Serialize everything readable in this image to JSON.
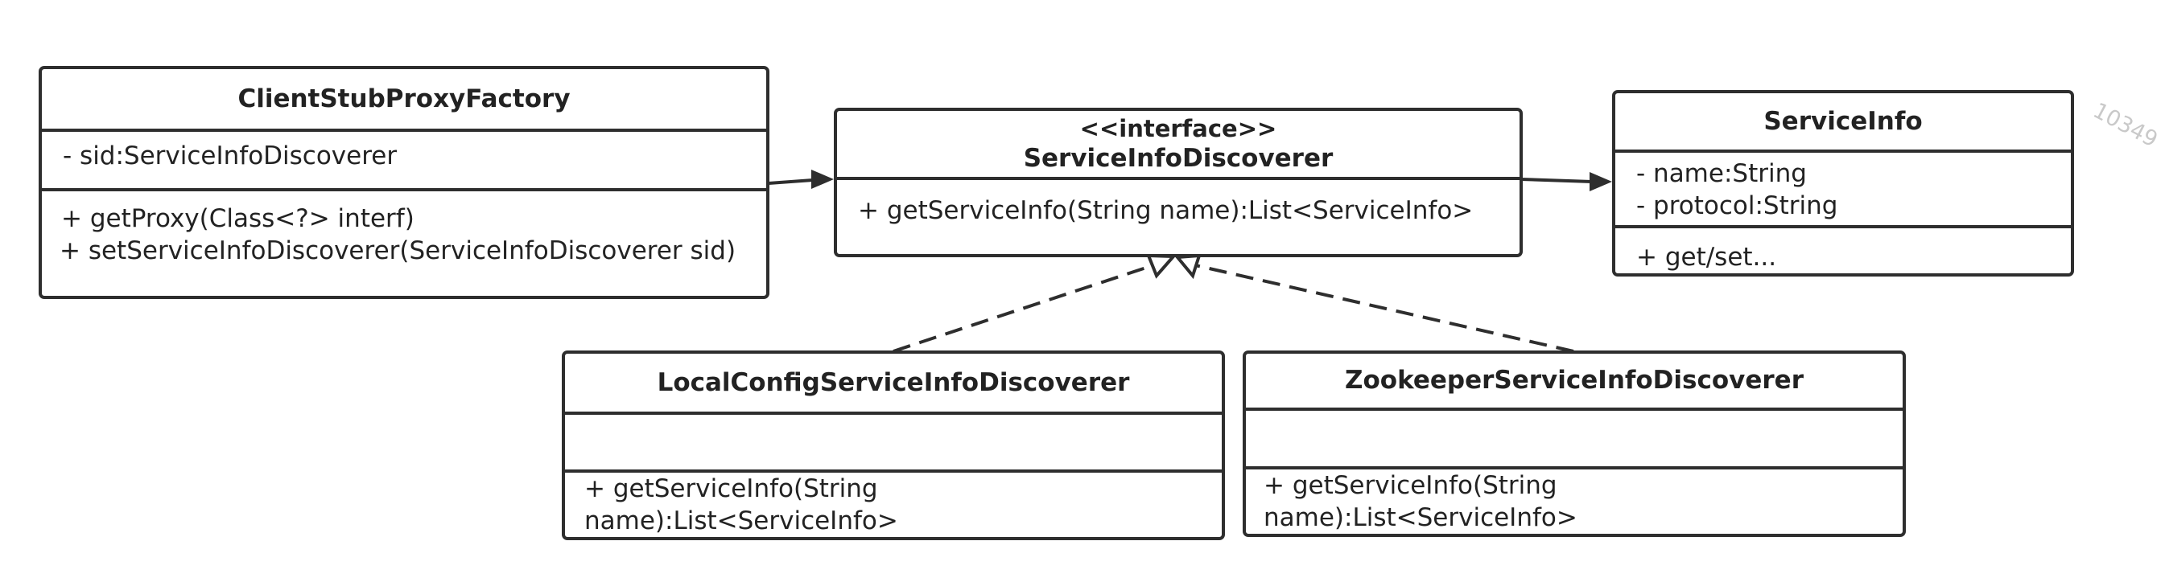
{
  "classes": {
    "client_stub_proxy_factory": {
      "name": "ClientStubProxyFactory",
      "attribute": "- sid:ServiceInfoDiscoverer",
      "method_1": "+ getProxy(Class<?> interf)",
      "method_2": "+ setServiceInfoDiscoverer(ServiceInfoDiscoverer sid)"
    },
    "service_info_discoverer": {
      "stereotype": "<<interface>>",
      "name": "ServiceInfoDiscoverer",
      "method_1": "+ getServiceInfo(String name):List<ServiceInfo>"
    },
    "service_info": {
      "name": "ServiceInfo",
      "attribute_1": "- name:String",
      "attribute_2": "- protocol:String",
      "method_1": "+ get/set..."
    },
    "local_config_service_info_discoverer": {
      "name": "LocalConfigServiceInfoDiscoverer",
      "method_1": "+ getServiceInfo(String name):List<ServiceInfo>"
    },
    "zookeeper_service_info_discoverer": {
      "name": "ZookeeperServiceInfoDiscoverer",
      "method_1": "+ getServiceInfo(String name):List<ServiceInfo>"
    }
  },
  "relationships": [
    {
      "type": "association",
      "from": "ClientStubProxyFactory",
      "to": "ServiceInfoDiscoverer"
    },
    {
      "type": "association",
      "from": "ServiceInfoDiscoverer",
      "to": "ServiceInfo"
    },
    {
      "type": "realization",
      "from": "LocalConfigServiceInfoDiscoverer",
      "to": "ServiceInfoDiscoverer"
    },
    {
      "type": "realization",
      "from": "ZookeeperServiceInfoDiscoverer",
      "to": "ServiceInfoDiscoverer"
    }
  ],
  "watermark": "10349",
  "annotation_color": "#e8141c",
  "line_color": "#2e2e2e"
}
